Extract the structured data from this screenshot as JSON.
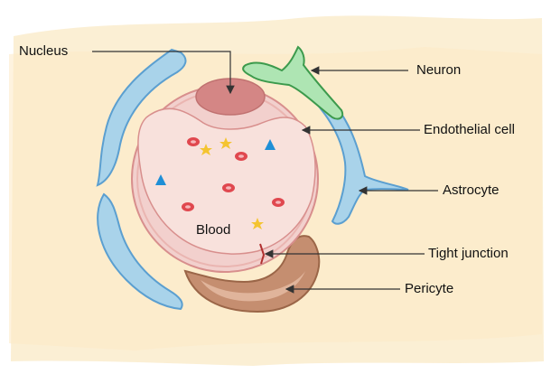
{
  "labels": {
    "nucleus": "Nucleus",
    "neuron": "Neuron",
    "endothelial_cell": "Endothelial cell",
    "astrocyte": "Astrocyte",
    "blood": "Blood",
    "tight_junction": "Tight junction",
    "pericyte": "Pericyte"
  },
  "colors": {
    "background_wash": "#fbeed2",
    "astrocyte": "#a9d3ea",
    "astrocyte_edge": "#5b9fd0",
    "neuron": "#aee5b3",
    "neuron_edge": "#3c9a4c",
    "endothelial": "#f2d0cd",
    "endothelial_edge": "#d88f8d",
    "lumen": "#f8e1dc",
    "nucleus": "#d48685",
    "pericyte": "#cf9f86",
    "pericyte_edge": "#9b6648",
    "red_blood_cell": "#e0484f",
    "star": "#f4c430",
    "triangle": "#1f8fd6",
    "arrow": "#333333"
  }
}
